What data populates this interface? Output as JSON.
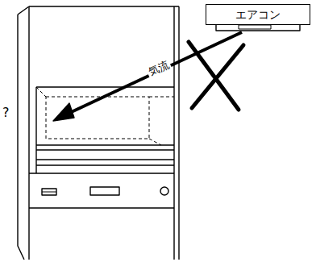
{
  "diagram": {
    "nodes": [
      {
        "text": [
          "エアコン"
        ]
      }
    ],
    "labels": [
      "気流",
      "?"
    ]
  }
}
